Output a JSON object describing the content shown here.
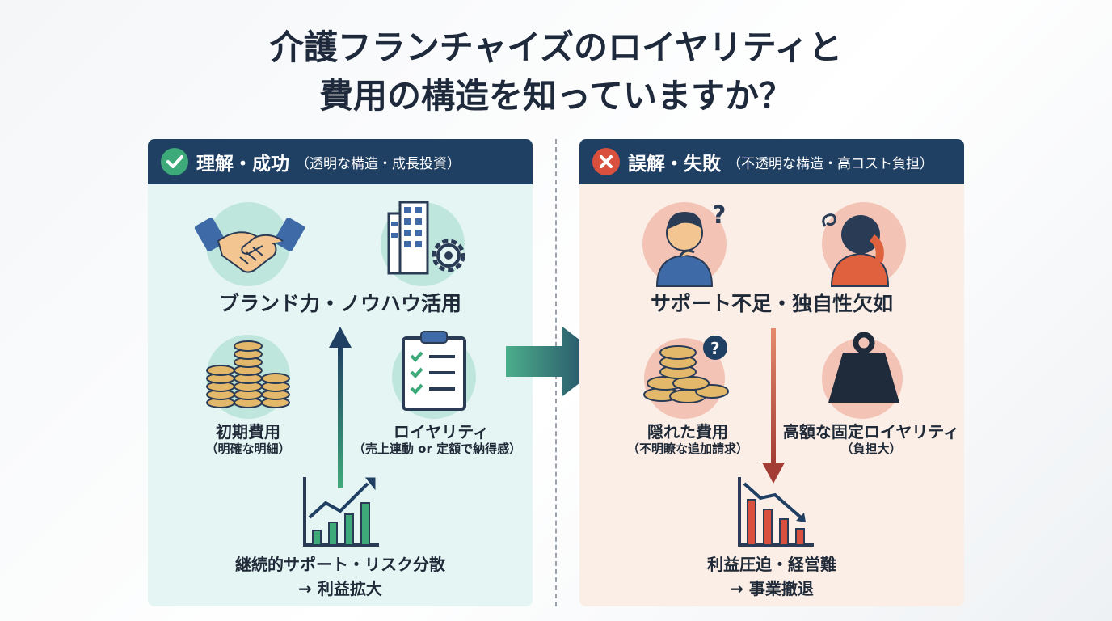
{
  "title": {
    "line1": "介護フランチャイズのロイヤリティと",
    "line2": "費用の構造を知っていますか？"
  },
  "left": {
    "header_main": "理解・成功",
    "header_sub": "（透明な構造・成長投資）",
    "header_icon": "check-icon",
    "brand_label": "ブランド力・ノウハウ活用",
    "initial_cost_label": "初期費用",
    "initial_cost_sub": "（明確な明細）",
    "royalty_label": "ロイヤリティ",
    "royalty_sub": "（売上連動 or 定額で納得感）",
    "result_line1": "継続的サポート・リスク分散",
    "result_line2": "→ 利益拡大",
    "accent": "#3a9a7a"
  },
  "right": {
    "header_main": "誤解・失敗",
    "header_sub": "（不透明な構造・高コスト負担）",
    "header_icon": "x-icon",
    "support_label": "サポート不足・独自性欠如",
    "hidden_cost_label": "隠れた費用",
    "hidden_cost_sub": "（不明瞭な追加請求）",
    "royalty_label": "高額な固定ロイヤリティ",
    "royalty_sub": "（負担大）",
    "result_line1": "利益圧迫・経営難",
    "result_line2": "→ 事業撤退",
    "accent": "#d9503f"
  }
}
